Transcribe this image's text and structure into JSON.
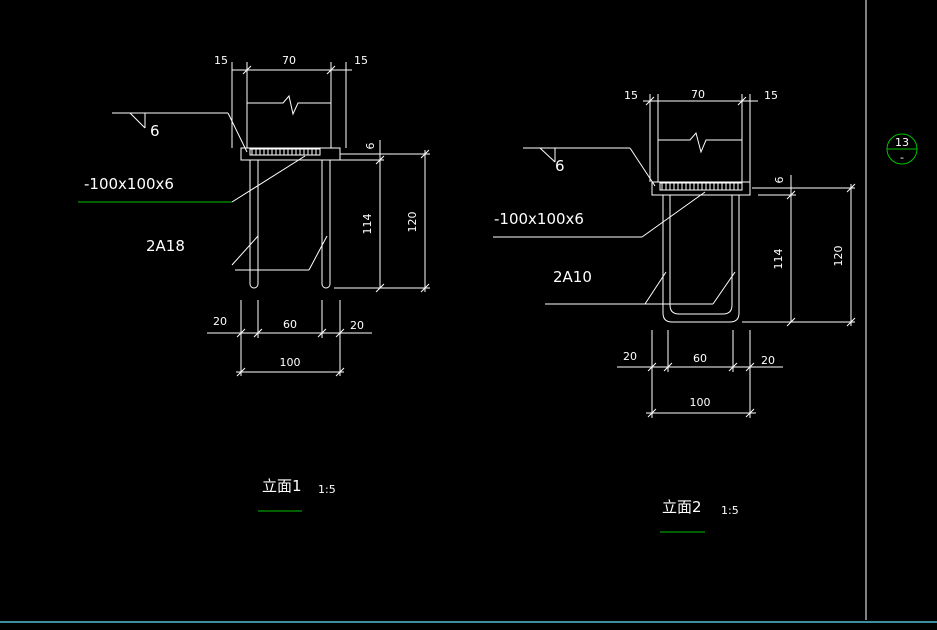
{
  "colors": {
    "background": "#000000",
    "line": "#ffffff",
    "accent": "#00c000",
    "frame": "#3a8fa0"
  },
  "callout": {
    "number": "13",
    "sub": "-"
  },
  "view1": {
    "top_dims": [
      "15",
      "70",
      "15"
    ],
    "weld": "6",
    "plate": "-100x100x6",
    "rebar": "2A18",
    "right_dims": [
      "6",
      "114",
      "120"
    ],
    "bottom_dims": [
      "20",
      "60",
      "20"
    ],
    "total": "100",
    "title": "立面1",
    "scale": "1:5"
  },
  "view2": {
    "top_dims": [
      "15",
      "70",
      "15"
    ],
    "weld": "6",
    "plate": "-100x100x6",
    "rebar": "2A10",
    "right_dims": [
      "6",
      "114",
      "120"
    ],
    "bottom_dims": [
      "20",
      "60",
      "20"
    ],
    "total": "100",
    "title": "立面2",
    "scale": "1:5"
  }
}
